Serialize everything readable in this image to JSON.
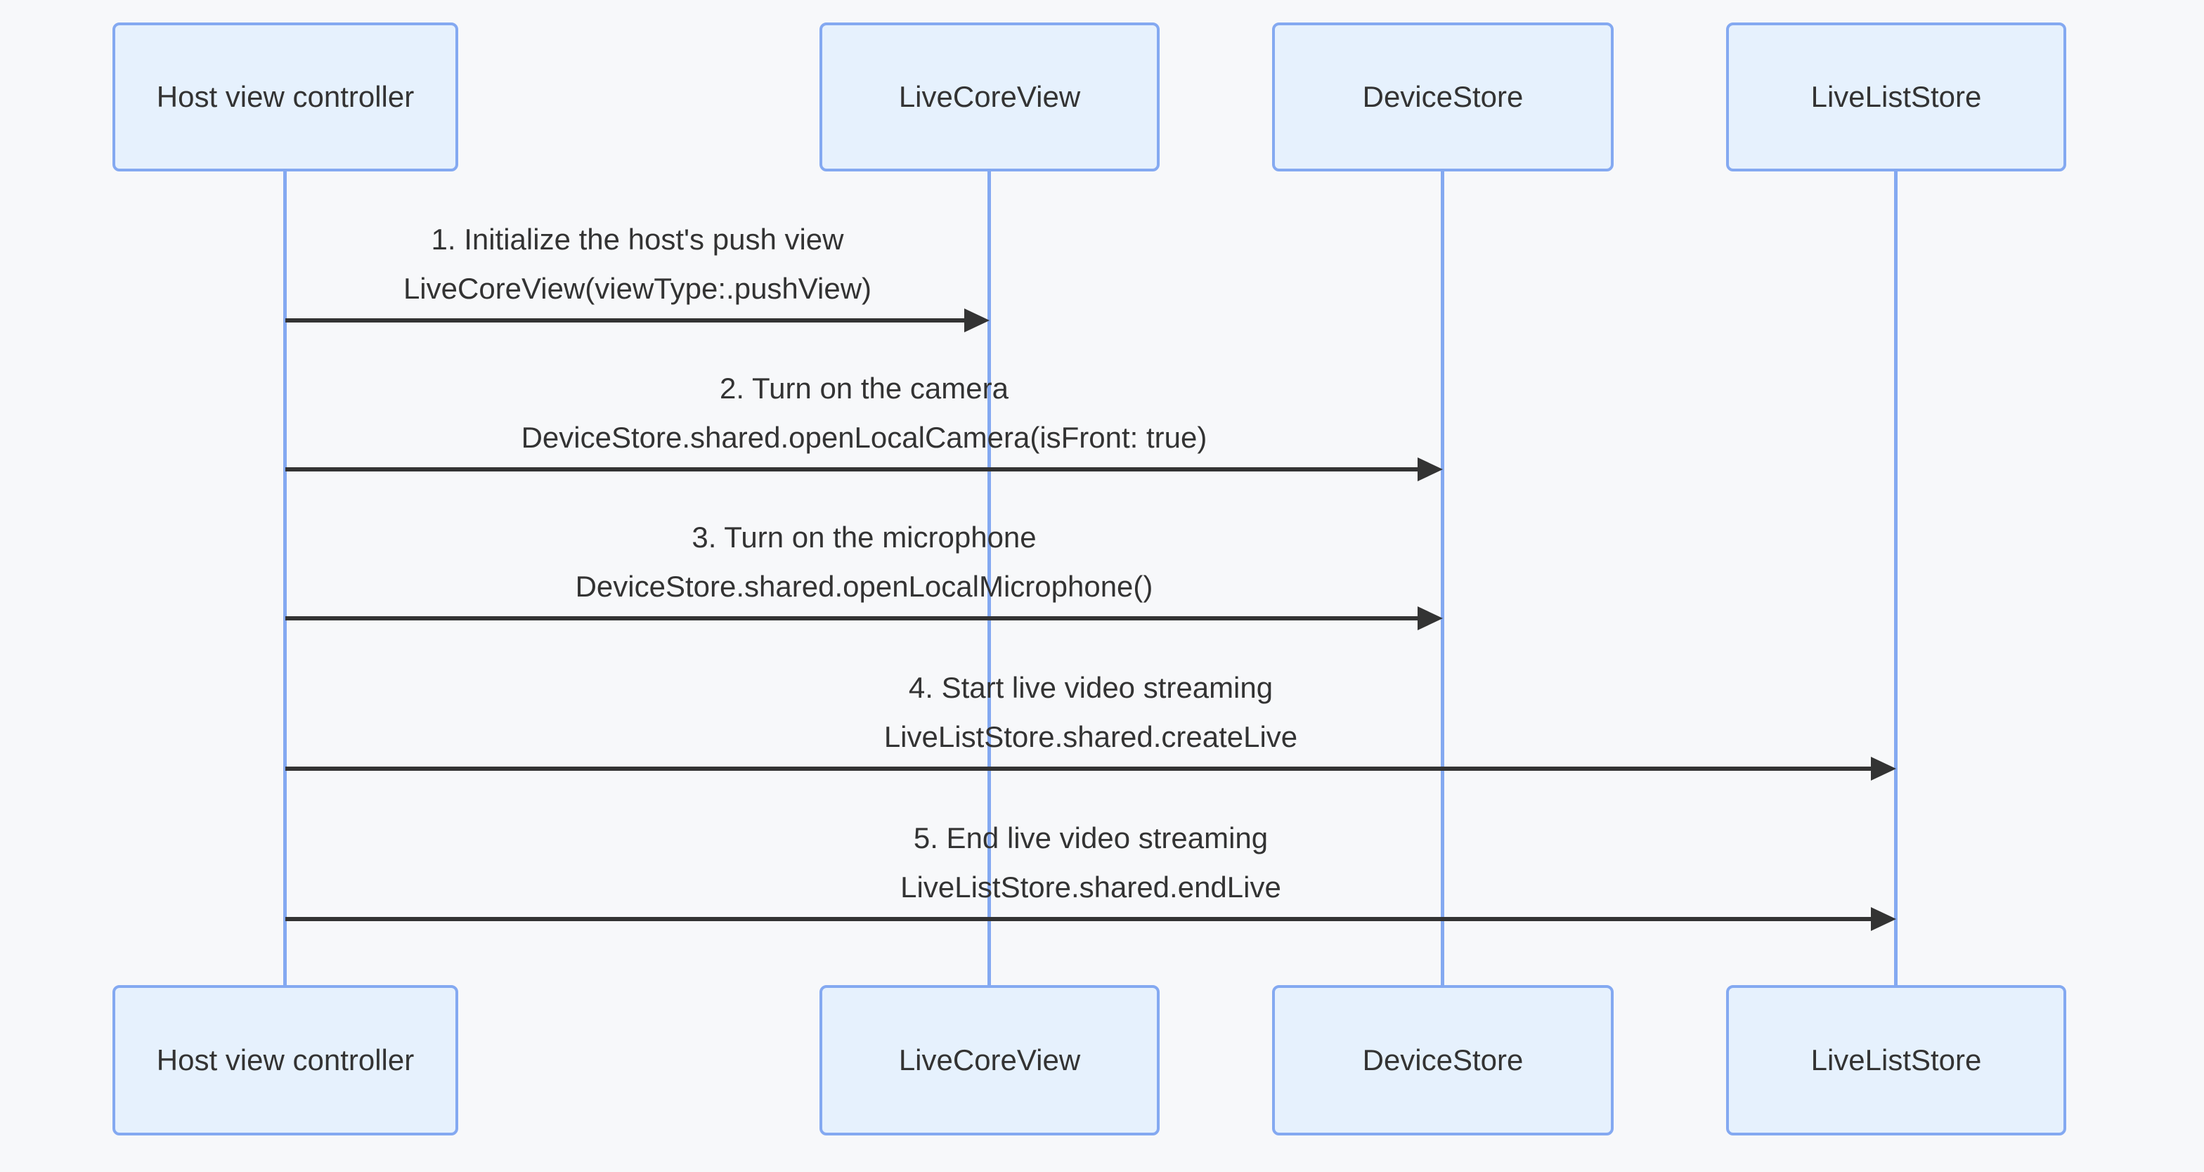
{
  "colors": {
    "background": "#F7F8FA",
    "actor_fill": "#E6F1FD",
    "actor_border": "#84A9F1",
    "lifeline": "#84A9F1",
    "arrow": "#333333",
    "text": "#333333"
  },
  "diagram_type": "sequence",
  "actors": [
    {
      "label": "Host view controller"
    },
    {
      "label": "LiveCoreView"
    },
    {
      "label": "DeviceStore"
    },
    {
      "label": "LiveListStore"
    }
  ],
  "messages": [
    {
      "label": "1. Initialize the host's push view",
      "code": "LiveCoreView(viewType:.pushView)",
      "from": "Host view controller",
      "to": "LiveCoreView"
    },
    {
      "label": "2. Turn on the camera",
      "code": "DeviceStore.shared.openLocalCamera(isFront: true)",
      "from": "Host view controller",
      "to": "DeviceStore"
    },
    {
      "label": "3. Turn on the microphone",
      "code": "DeviceStore.shared.openLocalMicrophone()",
      "from": "Host view controller",
      "to": "DeviceStore"
    },
    {
      "label": "4. Start live video streaming",
      "code": "LiveListStore.shared.createLive",
      "from": "Host view controller",
      "to": "LiveListStore"
    },
    {
      "label": "5. End live video streaming",
      "code": "LiveListStore.shared.endLive",
      "from": "Host view controller",
      "to": "LiveListStore"
    }
  ]
}
